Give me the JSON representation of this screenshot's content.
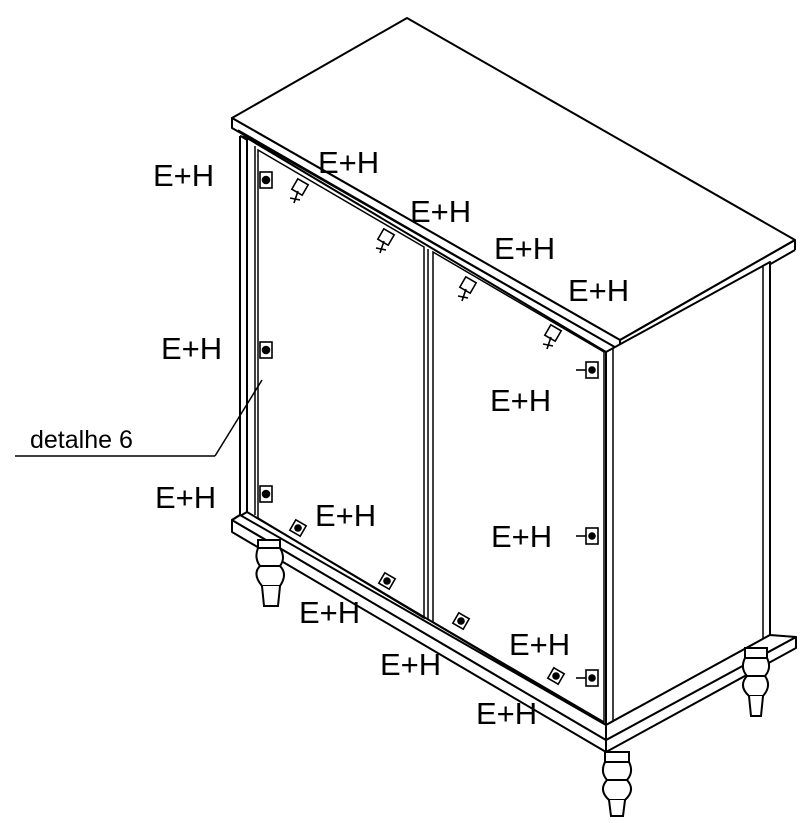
{
  "diagram": {
    "callout_label": "detalhe 6",
    "fastener_label": "E+H",
    "labels": [
      {
        "id": "left-top",
        "text": "E+H"
      },
      {
        "id": "top-1",
        "text": "E+H"
      },
      {
        "id": "top-2",
        "text": "E+H"
      },
      {
        "id": "top-3",
        "text": "E+H"
      },
      {
        "id": "top-4",
        "text": "E+H"
      },
      {
        "id": "left-mid",
        "text": "E+H"
      },
      {
        "id": "right-upper",
        "text": "E+H"
      },
      {
        "id": "left-bottom",
        "text": "E+H"
      },
      {
        "id": "bottom-1",
        "text": "E+H"
      },
      {
        "id": "right-mid",
        "text": "E+H"
      },
      {
        "id": "bottom-2",
        "text": "E+H"
      },
      {
        "id": "bottom-3",
        "text": "E+H"
      },
      {
        "id": "bottom-4",
        "text": "E+H"
      },
      {
        "id": "bottom-5",
        "text": "E+H"
      }
    ]
  }
}
